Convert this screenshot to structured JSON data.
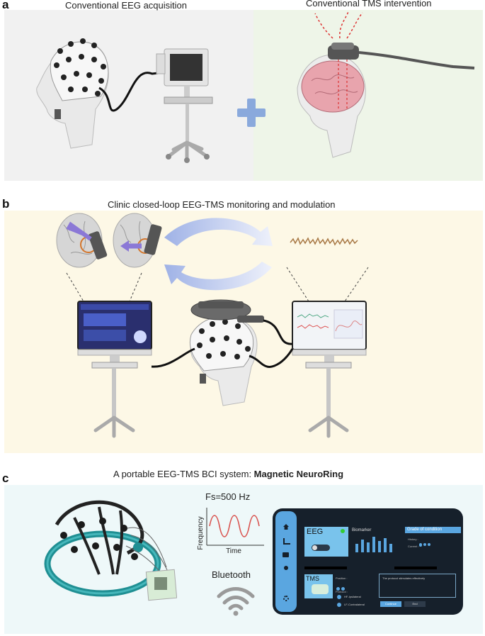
{
  "panel_a": {
    "letter": "a",
    "left_title": "Conventional EEG acquisition",
    "right_title": "Conventional TMS intervention"
  },
  "panel_b": {
    "letter": "b",
    "title": "Clinic closed-loop EEG-TMS monitoring and modulation"
  },
  "panel_c": {
    "letter": "c",
    "title_prefix": "A portable EEG-TMS BCI system: ",
    "title_bold": "Magnetic NeuroRing",
    "fs_label": "Fs=500 Hz",
    "plot_ylabel": "Frequency",
    "plot_xlabel": "Time",
    "bluetooth_label": "Bluetooth",
    "tablet": {
      "eeg_label": "EEG",
      "biomarker_label": "Biomarker",
      "grade_label": "Grade of condition",
      "history_label": "History :",
      "current_label": "Current :",
      "tms_label": "TMS",
      "position_label": "Position :",
      "protocol_label": "Protocol :",
      "option_1": "HF-Ipsilateral",
      "option_2": "LF-Contralateral",
      "message": "The protocol stimulates effectively",
      "continue_label": "Continue",
      "end_label": "End"
    }
  },
  "colors": {
    "panel_a_left_bg": "#f1f1f1",
    "panel_a_right_bg": "#eef5e8",
    "panel_b_bg": "#fdf8e6",
    "panel_c_bg": "#eef8f9",
    "plus": "#8aa9dc",
    "sine": "#d9534f",
    "headband": "#1f8f93",
    "tablet_bg": "#16202b",
    "tablet_accent": "#5aa6e0"
  }
}
